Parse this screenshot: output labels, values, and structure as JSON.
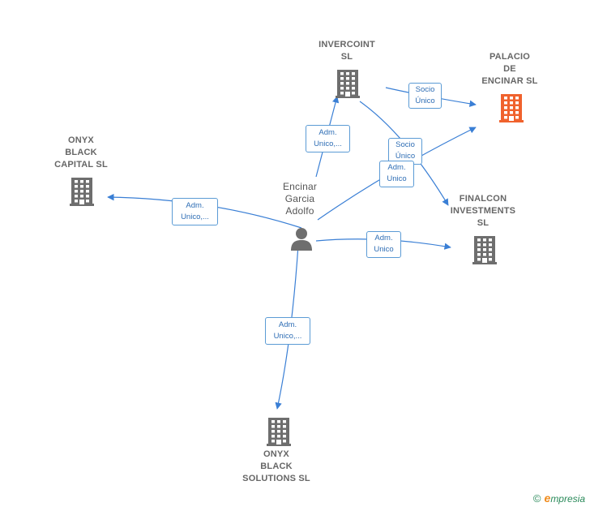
{
  "colors": {
    "edge": "#3a7fd5",
    "building": "#6e6e6e",
    "building_highlight": "#f0622d",
    "person": "#6e6e6e"
  },
  "nodes": {
    "invercoint": {
      "label": "INVERCOINT\nSL",
      "icon": "building-icon"
    },
    "palacio": {
      "label": "PALACIO\nDE\nENCINAR  SL",
      "icon": "building-icon"
    },
    "onyx_capital": {
      "label": "ONYX\nBLACK\nCAPITAL  SL",
      "icon": "building-icon"
    },
    "finalcon": {
      "label": "FINALCON\nINVESTMENTS\nSL",
      "icon": "building-icon"
    },
    "onyx_solutions": {
      "label": "ONYX\nBLACK\nSOLUTIONS  SL",
      "icon": "building-icon"
    },
    "person": {
      "label": "Encinar\nGarcia\nAdolfo",
      "icon": "person-icon"
    }
  },
  "edges": [
    {
      "from": "person",
      "to": "invercoint",
      "label": "Adm.\nUnico,..."
    },
    {
      "from": "invercoint",
      "to": "palacio",
      "label": "Socio\nÚnico"
    },
    {
      "from": "invercoint",
      "to": "finalcon",
      "label": "Socio\nÚnico"
    },
    {
      "from": "person",
      "to": "palacio",
      "label": "Adm.\nUnico"
    },
    {
      "from": "person",
      "to": "onyx_capital",
      "label": "Adm.\nUnico,..."
    },
    {
      "from": "person",
      "to": "finalcon",
      "label": "Adm.\nUnico"
    },
    {
      "from": "person",
      "to": "onyx_solutions",
      "label": "Adm.\nUnico,..."
    }
  ],
  "footer": {
    "copyright": "©",
    "brand_initial": "e",
    "brand_rest": "mpresia"
  }
}
